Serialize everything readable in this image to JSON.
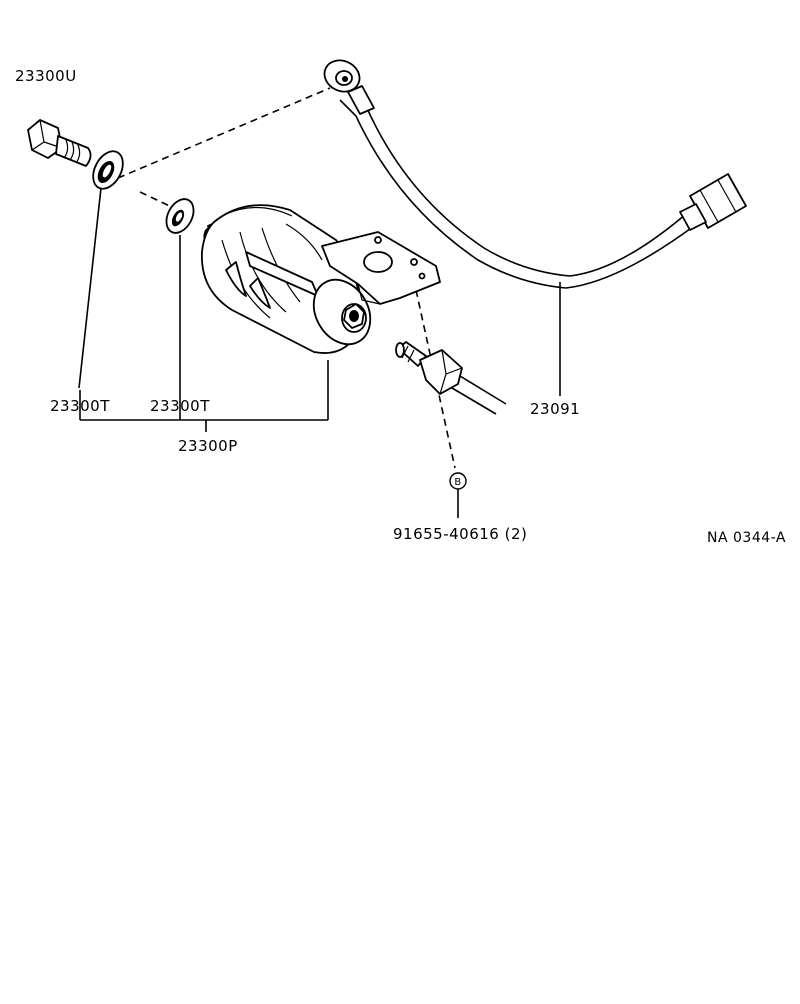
{
  "labels": {
    "bolt": "23300U",
    "gasket_left": "23300T",
    "gasket_right": "23300T",
    "filter_assy": "23300P",
    "fuel_pipe": "23091",
    "bracket_bolt": "91655-40616 (2)",
    "bolt_marker": "B",
    "figure_code": "NA  0344-A"
  },
  "colors": {
    "ink": "#000000",
    "paper": "#ffffff"
  }
}
